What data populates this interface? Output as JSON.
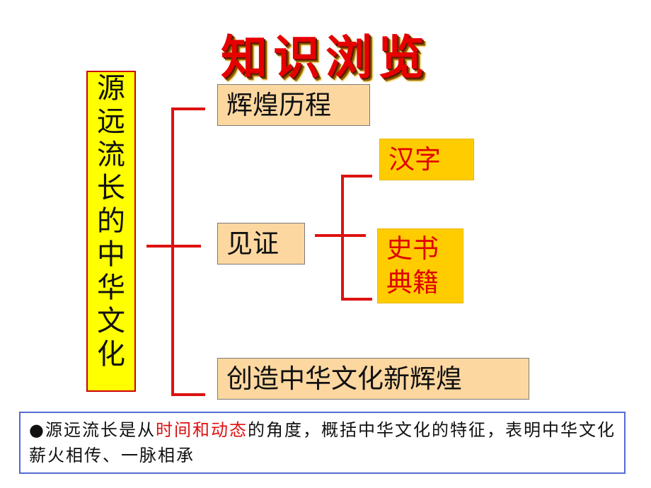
{
  "title": "知识浏览",
  "root": {
    "chars": [
      "源",
      "远",
      "流",
      "长",
      "的",
      "中",
      "华",
      "文",
      "化"
    ]
  },
  "branches": {
    "b1": "辉煌历程",
    "b2": "见证",
    "b3": "创造中华文化新辉煌"
  },
  "sub": {
    "s1": "汉字",
    "s2_line1": "史书",
    "s2_line2": "典籍"
  },
  "note": {
    "bullet": "●",
    "part1": "源远流长是从",
    "highlight": "时间和动态",
    "part2": "的角度，概括中华文化的特征，表明中华文化薪火相传、一脉相承"
  },
  "colors": {
    "line": "#dd1111",
    "box_peach": "#fcd7a0",
    "box_gold": "#ffcc00",
    "root_bg": "#ffff00",
    "highlight": "#dd1111"
  }
}
